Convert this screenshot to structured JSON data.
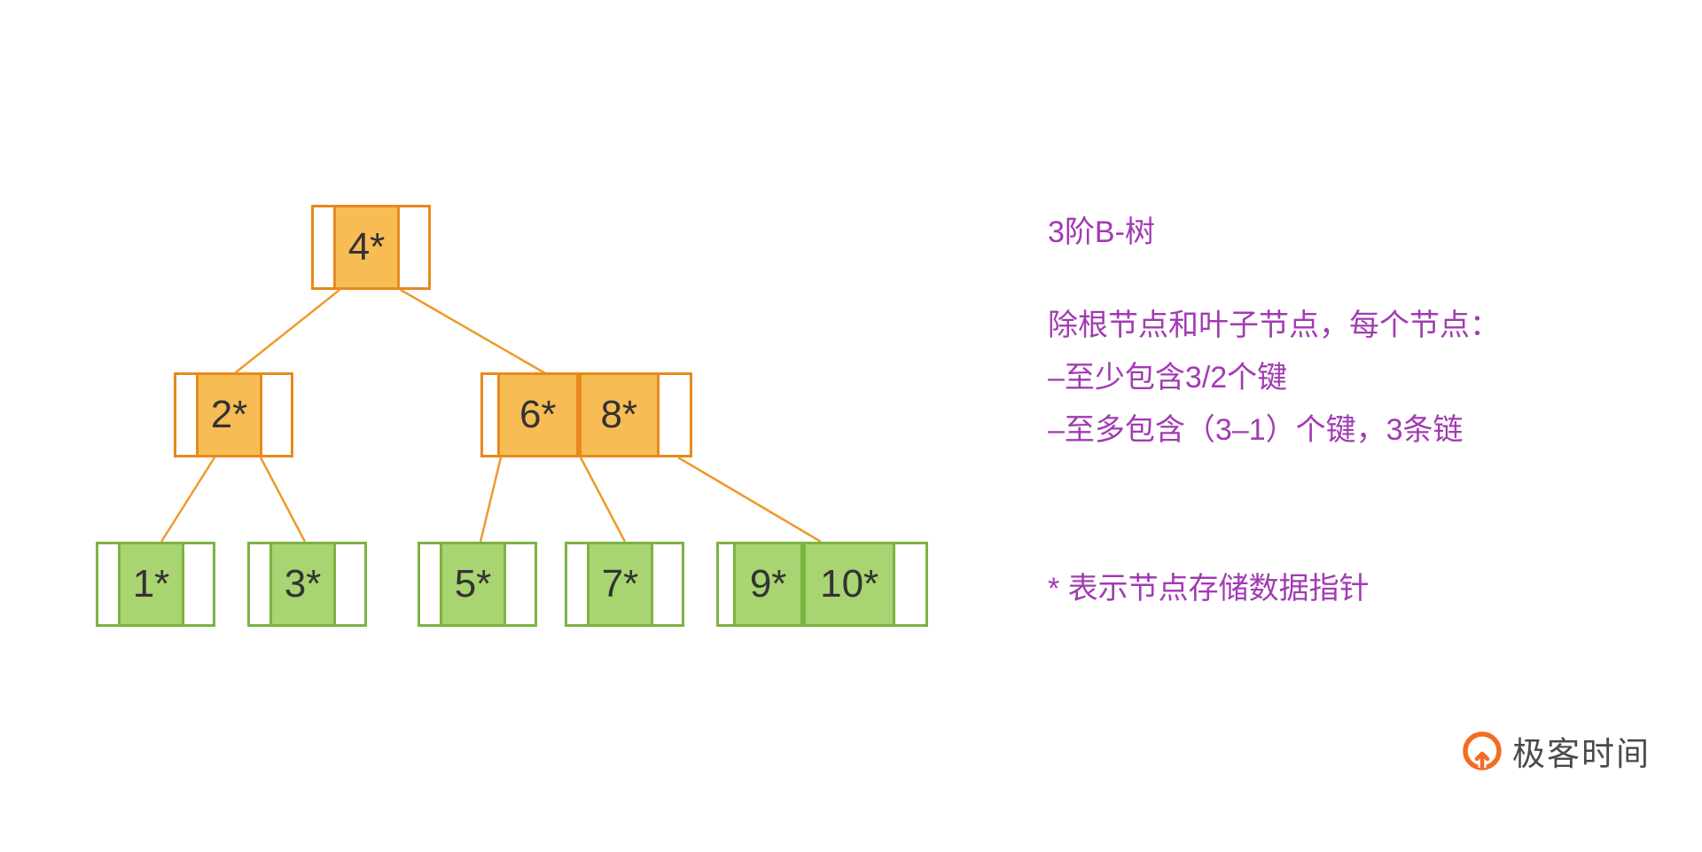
{
  "diagram": {
    "type": "b-tree",
    "tree": {
      "root": {
        "keys": [
          "4*"
        ]
      },
      "internal_nodes": [
        {
          "keys": [
            "2*"
          ]
        },
        {
          "keys": [
            "6*",
            "8*"
          ]
        }
      ],
      "leaf_nodes": [
        {
          "keys": [
            "1*"
          ]
        },
        {
          "keys": [
            "3*"
          ]
        },
        {
          "keys": [
            "5*"
          ]
        },
        {
          "keys": [
            "7*"
          ]
        },
        {
          "keys": [
            "9*",
            "10*"
          ]
        }
      ]
    }
  },
  "annotations": {
    "heading": "3阶B-树",
    "rules": {
      "intro": "除根节点和叶子节点，每个节点：",
      "min_keys": "–至少包含3/2个键",
      "max_keys": "–至多包含（3–1）个键，3条链"
    },
    "footnote": "* 表示节点存储数据指针"
  },
  "colors": {
    "internal_border": "#E8891C",
    "internal_fill": "#F7BC53",
    "leaf_border": "#7CB342",
    "leaf_fill": "#A8D472",
    "edge": "#EE9A2B",
    "annotation_text": "#A23BB3",
    "node_text": "#333333",
    "logo_orange": "#F26C21",
    "logo_text_color": "#4A4A4A"
  },
  "logo": {
    "text": "极客时间"
  }
}
